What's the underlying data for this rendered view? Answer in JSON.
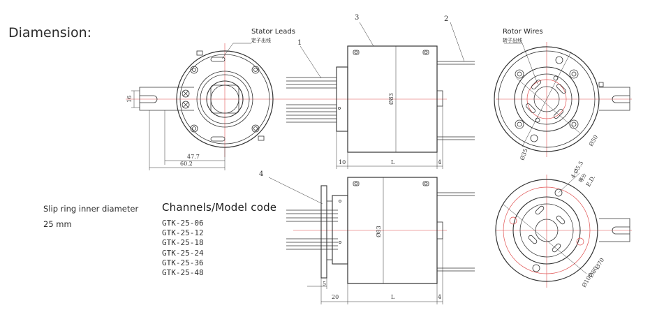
{
  "title": "Diamension:",
  "labels": {
    "stator_leads": "Stator Leads",
    "stator_leads_cn": "定子出线",
    "rotor_wires": "Rotor Wires",
    "rotor_wires_cn": "转子出线"
  },
  "part_numbers": {
    "p1": "1",
    "p2": "2",
    "p3": "3",
    "p4": "4"
  },
  "dimensions": {
    "front_d16": "16",
    "front_47_7": "47.7",
    "front_60_2": "60.2",
    "top_side_d83": "Ø83",
    "top_side_10": "10",
    "top_side_L": "L",
    "top_side_4": "4",
    "rear_d35": "Ø35",
    "rear_d50": "Ø50",
    "bot_side_d83": "Ø83",
    "bot_side_5": "5",
    "bot_side_20": "20",
    "bot_side_L": "L",
    "bot_side_4": "4",
    "flange_holes": "4-Ø5.5",
    "flange_holes_cn": "等分",
    "flange_ed": "E.D.",
    "flange_d70": "Ø70",
    "flange_d80": "Ø80",
    "flange_d100": "Ø100"
  },
  "spec": {
    "inner_diameter_label": "Slip ring inner diameter",
    "inner_diameter_value": "25 mm"
  },
  "models": {
    "heading": "Channels/Model code",
    "codes": [
      "GTK-25-06",
      "GTK-25-12",
      "GTK-25-18",
      "GTK-25-24",
      "GTK-25-36",
      "GTK-25-48"
    ]
  }
}
